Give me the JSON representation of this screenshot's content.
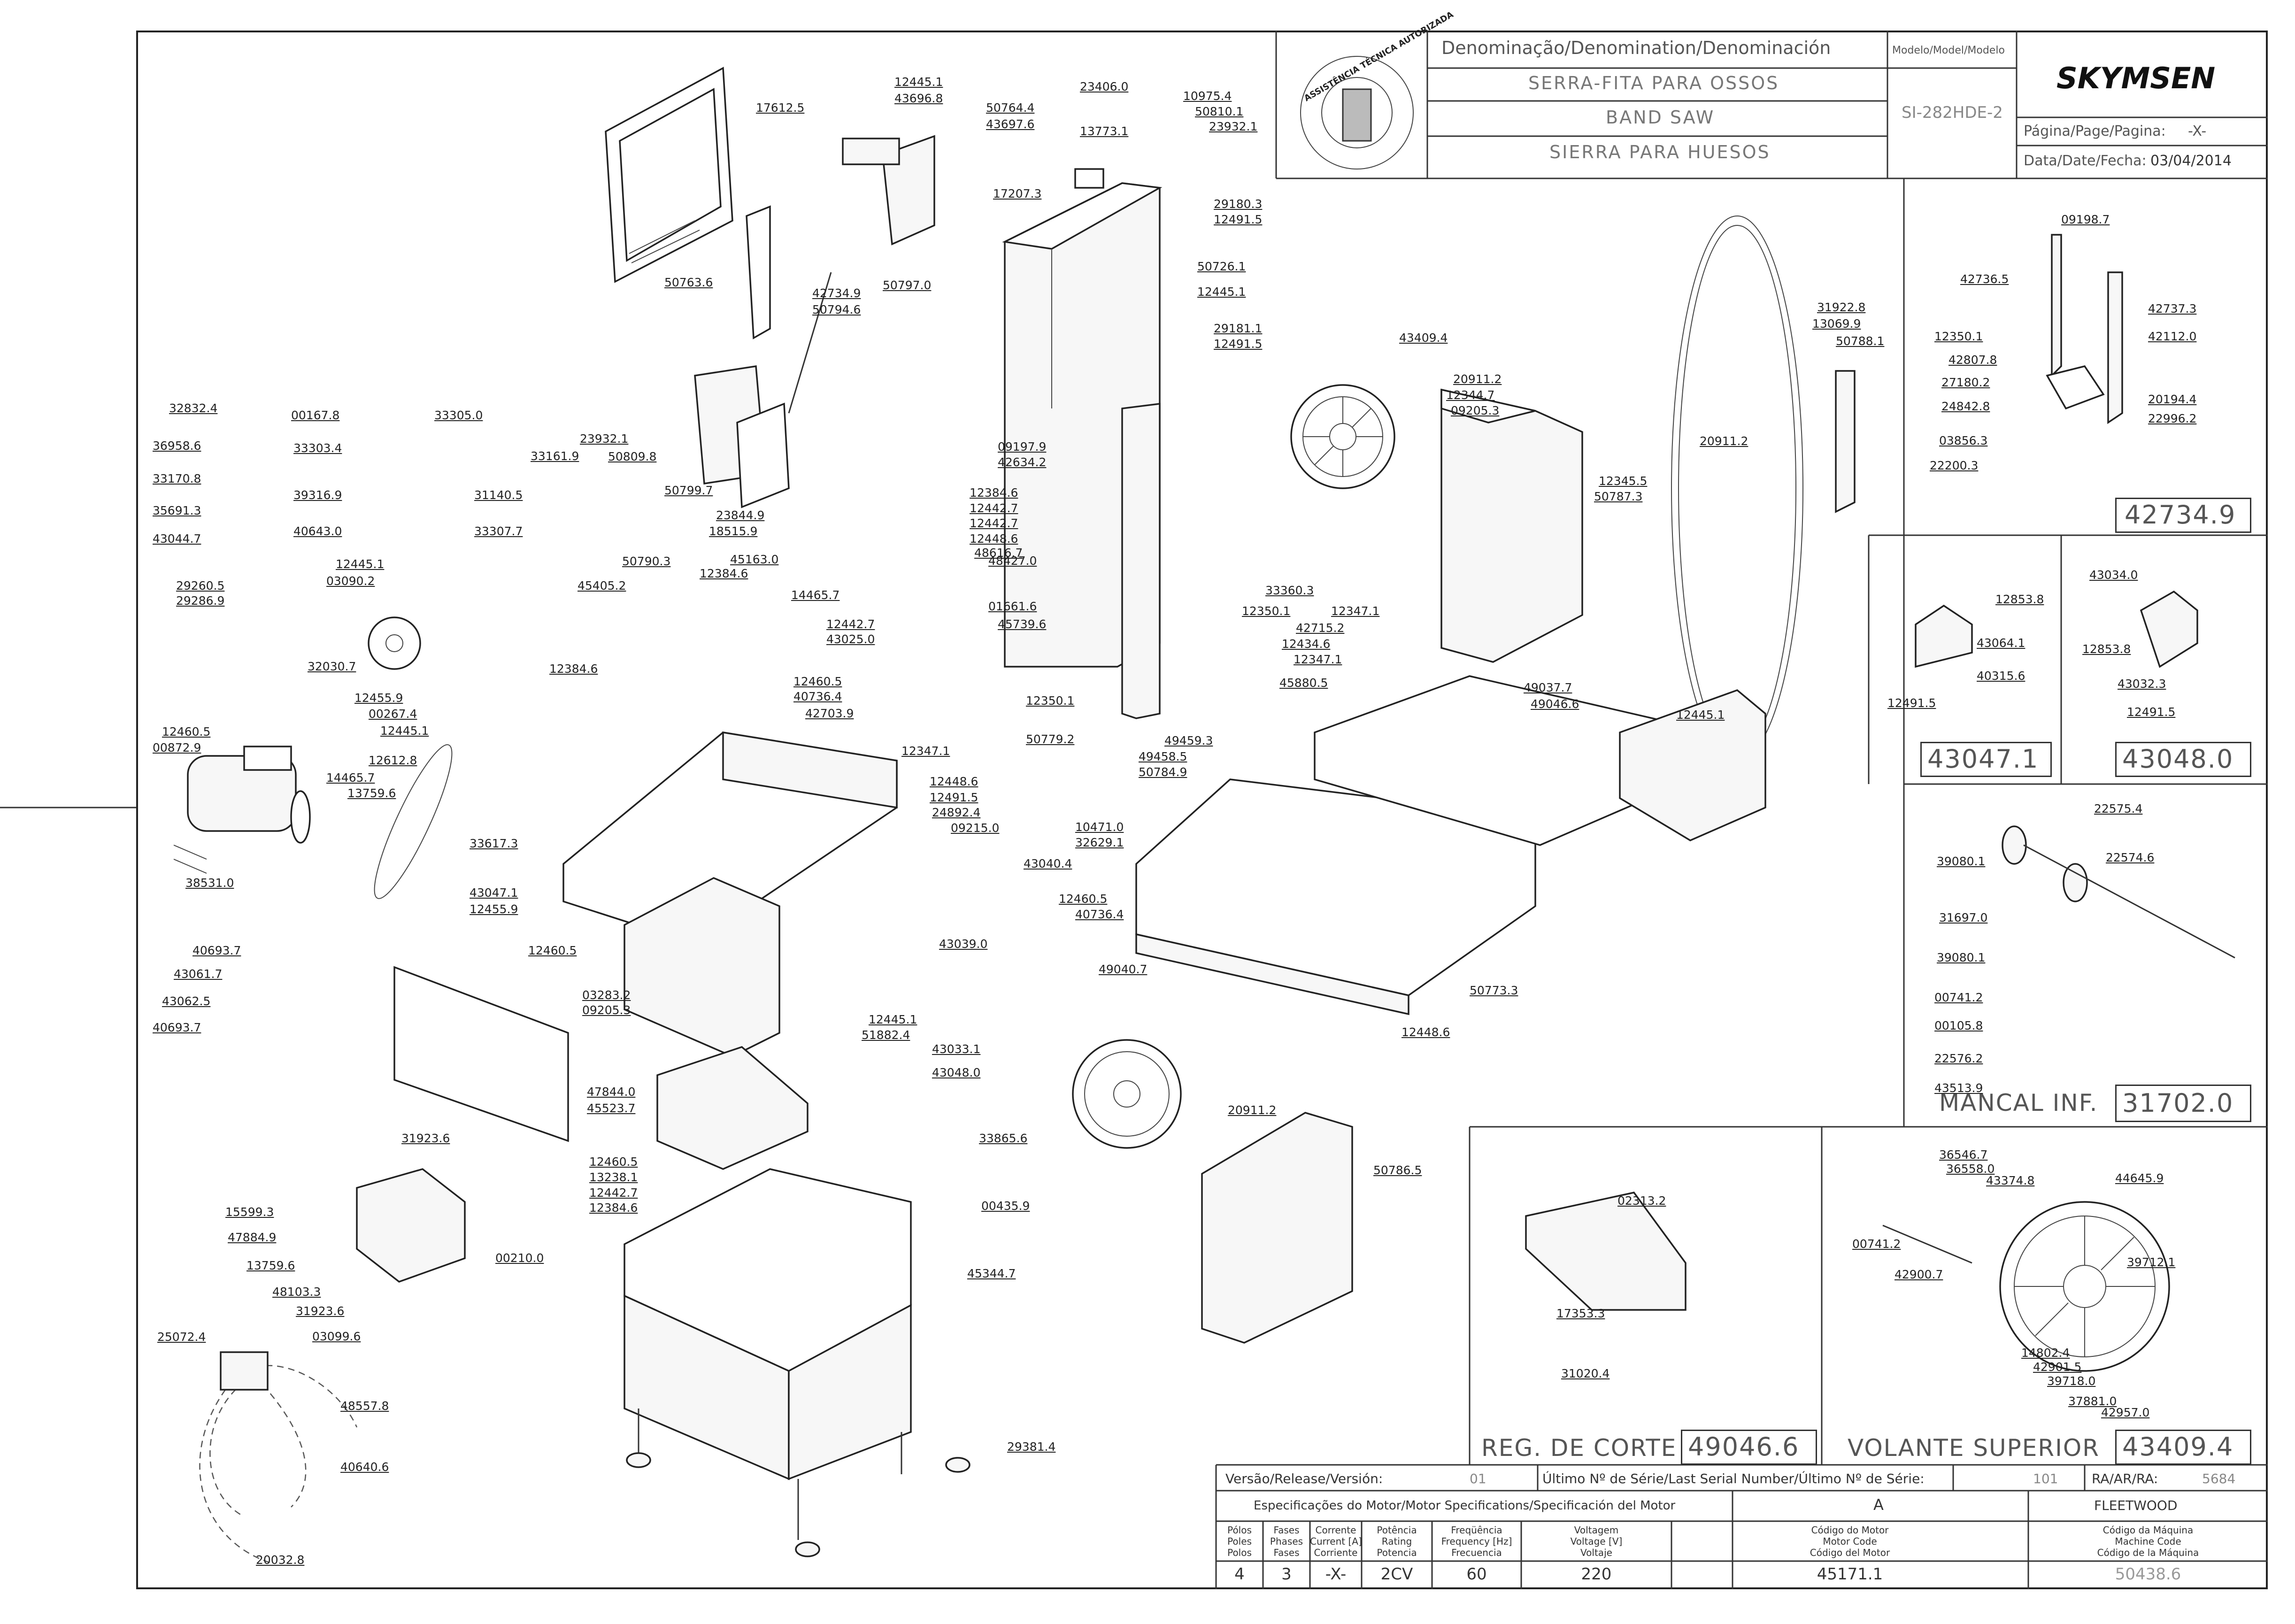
{
  "title_block": {
    "header_label": "Denominação/Denomination/Denominación",
    "model_label": "Modelo/Model/Modelo",
    "name_pt": "SERRA-FITA PARA OSSOS",
    "name_en": "BAND SAW",
    "name_es": "SIERRA PARA HUESOS",
    "model_value": "SI-282HDE-2",
    "brand": "SKYMSEN",
    "page_label": "Página/Page/Pagina:",
    "page_value": "-X-",
    "date_label": "Data/Date/Fecha:",
    "date_value": "03/04/2014",
    "seal_text": "ASSISTÊNCIA TÉCNICA AUTORIZADA"
  },
  "footer": {
    "version_label": "Versão/Release/Versión:",
    "version_value": "01",
    "serial_label": "Último Nº de Série/Last Serial Number/Último Nº de Série:",
    "serial_value": "101",
    "ra_label": "RA/AR/RA:",
    "ra_value": "5684",
    "motor_spec_label": "Especificações do Motor/Motor Specifications/Specificación del Motor",
    "motor_letter": "A",
    "motor_brand": "FLEETWOOD",
    "headers": [
      "Pólos\nPoles\nPolos",
      "Fases\nPhases\nFases",
      "Corrente\nCurrent [A]\nCorriente",
      "Potência\nRating\nPotencia",
      "Freqüência\nFrequency [Hz]\nFrecuencia",
      "Voltagem\nVoltage [V]\nVoltaje",
      "Código do Motor\nMotor Code\nCódigo del Motor",
      "Código da Máquina\nMachine Code\nCódigo de la Máquina"
    ],
    "values": [
      "4",
      "3",
      "-X-",
      "2CV",
      "60",
      "220",
      "45171.1",
      "50438.6"
    ]
  },
  "insets": {
    "reg_corte": {
      "title": "REG. DE CORTE",
      "code": "49046.6"
    },
    "volante_superior": {
      "title": "VOLANTE SUPERIOR",
      "code": "43409.4"
    },
    "mancal_inf": {
      "title": "MANCAL INF.",
      "code": "31702.0"
    },
    "guide_42734": {
      "code": "42734.9"
    },
    "guide_43047": {
      "code": "43047.1"
    },
    "guide_43048": {
      "code": "43048.0"
    }
  },
  "labels": [
    "12445.1",
    "43696.8",
    "17612.5",
    "50764.4",
    "43697.6",
    "23406.0",
    "13773.1",
    "10975.4",
    "50810.1",
    "23932.1",
    "17207.3",
    "29180.3",
    "12491.5",
    "50726.1",
    "12445.1",
    "29181.1",
    "12491.5",
    "42734.9",
    "50794.6",
    "50797.0",
    "50763.6",
    "43409.4",
    "20911.2",
    "12344.7",
    "09205.3",
    "31922.8",
    "13069.9",
    "50788.1",
    "20911.2",
    "12345.5",
    "50787.3",
    "32832.4",
    "00167.8",
    "33305.0",
    "36958.6",
    "33303.4",
    "33161.9",
    "33170.8",
    "39316.9",
    "31140.5",
    "35691.3",
    "40643.0",
    "33307.7",
    "43044.7",
    "23932.1",
    "50809.8",
    "50799.7",
    "09197.9",
    "42634.2",
    "12384.6",
    "12442.7",
    "23844.9",
    "18515.9",
    "45163.0",
    "12384.6",
    "12442.7",
    "12448.6",
    "48616.7",
    "48427.0",
    "14465.7",
    "12445.1",
    "03090.2",
    "29260.5",
    "29286.9",
    "50790.3",
    "45405.2",
    "01661.6",
    "45739.6",
    "33360.3",
    "12350.1",
    "12347.1",
    "42715.2",
    "12434.6",
    "12347.1",
    "45880.5",
    "32030.7",
    "12384.6",
    "12442.7",
    "43025.0",
    "12460.5",
    "40736.4",
    "42703.9",
    "12347.1",
    "12350.1",
    "50779.2",
    "49037.7",
    "49046.6",
    "12445.1",
    "12455.9",
    "00267.4",
    "12445.1",
    "12460.5",
    "00872.9",
    "12612.8",
    "14465.7",
    "13759.6",
    "49459.3",
    "49458.5",
    "50784.9",
    "12448.6",
    "12491.5",
    "24892.4",
    "09215.0",
    "10471.0",
    "32629.1",
    "33617.3",
    "43047.1",
    "43040.4",
    "12460.5",
    "40736.4",
    "38531.0",
    "12455.9",
    "43039.0",
    "49040.7",
    "12460.5",
    "50773.3",
    "40693.7",
    "43061.7",
    "43062.5",
    "40693.7",
    "03283.2",
    "09205.3",
    "12445.1",
    "51882.4",
    "43033.1",
    "43048.0",
    "12448.6",
    "47844.0",
    "45523.7",
    "33865.6",
    "31923.6",
    "12460.5",
    "13238.1",
    "12442.7",
    "12384.6",
    "20911.2",
    "50786.5",
    "00435.9",
    "15599.3",
    "47884.9",
    "13759.6",
    "48103.3",
    "31923.6",
    "03099.6",
    "00210.0",
    "45344.7",
    "25072.4",
    "48557.8",
    "29381.4",
    "40640.6",
    "20032.8",
    "09198.7",
    "42736.5",
    "42737.3",
    "12350.1",
    "42112.0",
    "42807.8",
    "27180.2",
    "20194.4",
    "24842.8",
    "22996.2",
    "03856.3",
    "22200.3",
    "43034.0",
    "12853.8",
    "43064.1",
    "12853.8",
    "40315.6",
    "43032.3",
    "12491.5",
    "12491.5",
    "22575.4",
    "22574.6",
    "39080.1",
    "31697.0",
    "39080.1",
    "00741.2",
    "00105.8",
    "22576.2",
    "43513.9",
    "36546.7",
    "36558.0",
    "43374.8",
    "44645.9",
    "00741.2",
    "42900.7",
    "39712.1",
    "14802.4",
    "42901.5",
    "39718.0",
    "37881.0",
    "42957.0",
    "02313.2",
    "17353.3",
    "31020.4"
  ]
}
